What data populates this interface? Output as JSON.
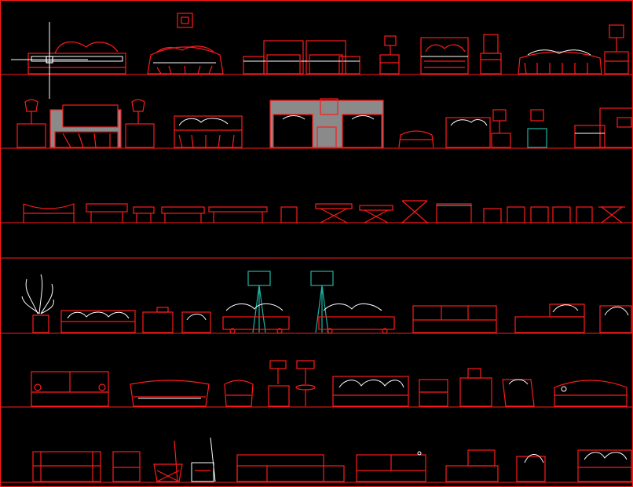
{
  "app": {
    "view": "model-space",
    "background": "#000000"
  },
  "colors": {
    "primary_linework": "#ff1a1a",
    "light_linework": "#ffffff",
    "accent_teal": "#1fb3a3",
    "fill_grey": "#8a8a8a",
    "crosshair": "#ffffff"
  },
  "shelves": [
    {
      "name": "bedroom-beds-row",
      "items": [
        "bed",
        "bed",
        "twin-bed-set",
        "bed",
        "bed",
        "bed"
      ]
    },
    {
      "name": "bedroom-headboards-row",
      "items": [
        "bed-with-nightstands",
        "bed",
        "twin-headboard-set",
        "ottoman",
        "bed",
        "dresser"
      ]
    },
    {
      "name": "benches-stools-row",
      "items": [
        "bench",
        "bench",
        "stool",
        "bench",
        "bench",
        "stool",
        "x-stool",
        "x-stool",
        "x-stool",
        "bench",
        "stool"
      ]
    },
    {
      "name": "living-sofas-row",
      "items": [
        "plant",
        "sofa",
        "side-table",
        "armchair",
        "lounge-set",
        "lounge-set",
        "sofa",
        "chaise",
        "armchair"
      ]
    },
    {
      "name": "living-chairs-row",
      "items": [
        "sofa",
        "sofa",
        "armchair",
        "side-table-lamp",
        "side-table-lamp",
        "sofa",
        "armchair",
        "armchair",
        "armchair",
        "sofa"
      ]
    },
    {
      "name": "seating-row",
      "items": [
        "loveseat",
        "chair",
        "chair",
        "chair",
        "sectional",
        "sofa",
        "armchair",
        "armchair",
        "sofa"
      ]
    }
  ]
}
